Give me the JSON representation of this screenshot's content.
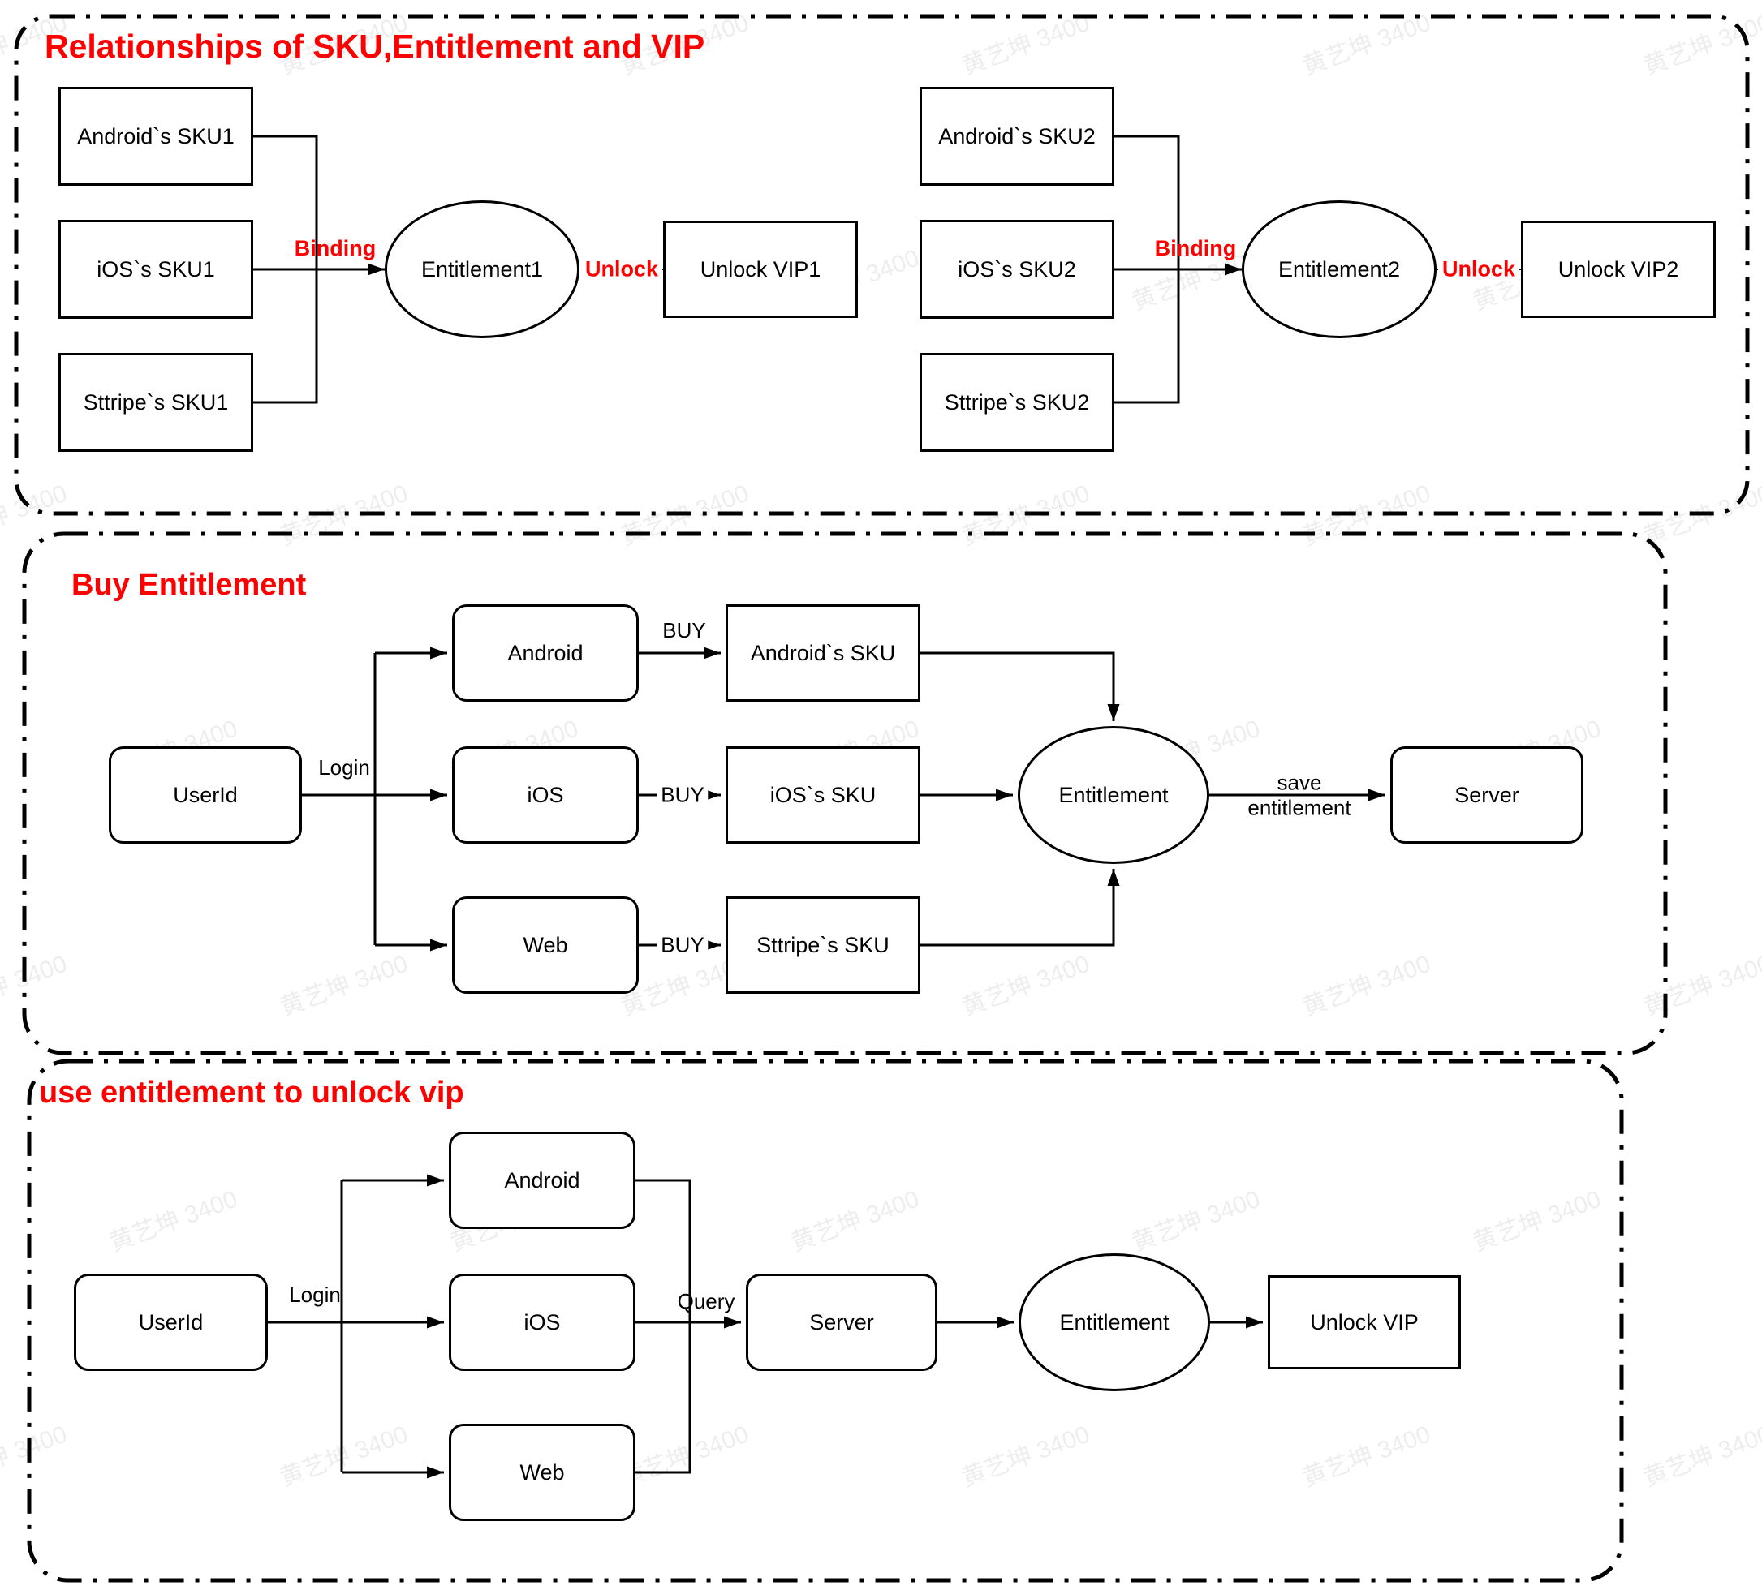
{
  "watermark": {
    "text": "黄艺坤 3400"
  },
  "colors": {
    "accent": "#FF0000",
    "line": "#000000"
  },
  "section1": {
    "title": "Relationships of SKU,Entitlement and VIP",
    "left": {
      "skus": [
        "Android`s SKU1",
        "iOS`s SKU1",
        "Sttripe`s SKU1"
      ],
      "entitlement": "Entitlement1",
      "vip": "Unlock VIP1",
      "binding_label": "Binding",
      "unlock_label": "Unlock"
    },
    "right": {
      "skus": [
        "Android`s SKU2",
        "iOS`s SKU2",
        "Sttripe`s SKU2"
      ],
      "entitlement": "Entitlement2",
      "vip": "Unlock VIP2",
      "binding_label": "Binding",
      "unlock_label": "Unlock"
    }
  },
  "section2": {
    "title": "Buy Entitlement",
    "user": "UserId",
    "login_label": "Login",
    "platforms": [
      "Android",
      "iOS",
      "Web"
    ],
    "buy_label": "BUY",
    "skus": [
      "Android`s SKU",
      "iOS`s SKU",
      "Sttripe`s SKU"
    ],
    "entitlement": "Entitlement",
    "save_label_line1": "save",
    "save_label_line2": "entitlement",
    "server": "Server"
  },
  "section3": {
    "title": "use entitlement to unlock vip",
    "user": "UserId",
    "login_label": "Login",
    "platforms": [
      "Android",
      "iOS",
      "Web"
    ],
    "query_label": "Query",
    "server": "Server",
    "entitlement": "Entitlement",
    "vip": "Unlock VIP"
  }
}
